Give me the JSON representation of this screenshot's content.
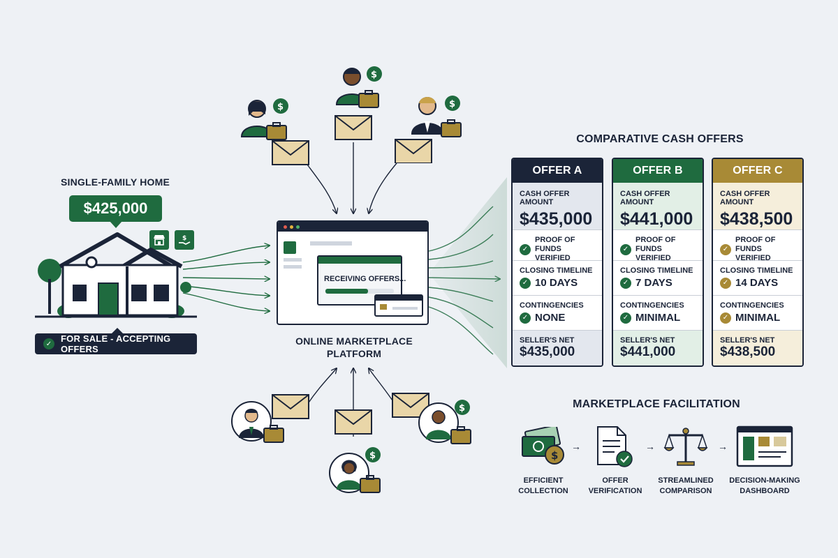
{
  "home": {
    "title": "SINGLE-FAMILY HOME",
    "price": "$425,000",
    "status": "FOR SALE - ACCEPTING OFFERS",
    "icons": [
      "store-icon",
      "hand-money-icon",
      "tree-icon",
      "house-icon"
    ]
  },
  "platform": {
    "status_text": "RECEIVING OFFERS...",
    "label_line1": "ONLINE MARKETPLACE",
    "label_line2": "PLATFORM"
  },
  "offers_section": {
    "title": "COMPARATIVE CASH OFFERS",
    "field_labels": {
      "amount": "CASH OFFER AMOUNT",
      "proof_line1": "PROOF OF FUNDS",
      "proof_line2": "VERIFIED",
      "timeline": "CLOSING TIMELINE",
      "contingencies": "CONTINGENCIES",
      "net": "SELLER'S NET"
    },
    "offers": [
      {
        "name": "OFFER A",
        "amount": "$435,000",
        "timeline": "10 DAYS",
        "contingencies": "NONE",
        "net": "$435,000",
        "color": "#1b2438",
        "tint": "#e3e7ee"
      },
      {
        "name": "OFFER B",
        "amount": "$441,000",
        "timeline": "7 DAYS",
        "contingencies": "MINIMAL",
        "net": "$441,000",
        "color": "#1f6b3f",
        "tint": "#e2efe6"
      },
      {
        "name": "OFFER C",
        "amount": "$438,500",
        "timeline": "14 DAYS",
        "contingencies": "MINIMAL",
        "net": "$438,500",
        "color": "#a88a36",
        "tint": "#f5eedb"
      }
    ]
  },
  "facilitation": {
    "title": "MARKETPLACE FACILITATION",
    "steps": [
      {
        "line1": "EFFICIENT",
        "line2": "COLLECTION",
        "icon": "cash-icon"
      },
      {
        "line1": "OFFER",
        "line2": "VERIFICATION",
        "icon": "document-check-icon"
      },
      {
        "line1": "STREAMLINED",
        "line2": "COMPARISON",
        "icon": "scales-icon"
      },
      {
        "line1": "DECISION-MAKING",
        "line2": "DASHBOARD",
        "icon": "dashboard-icon"
      }
    ]
  },
  "buyers": {
    "icons": [
      "person-icon",
      "dollar-icon",
      "briefcase-icon",
      "envelope-icon"
    ]
  },
  "colors": {
    "navy": "#1b2438",
    "green": "#1f6b3f",
    "gold": "#a88a36",
    "envelope": "#e9d6a8",
    "background": "#eef1f5"
  }
}
